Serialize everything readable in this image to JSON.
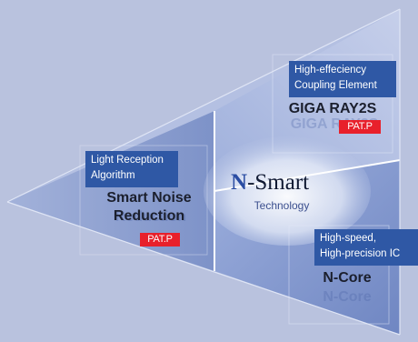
{
  "colors": {
    "background": "#b9c2de",
    "label_box": "#2f58a5",
    "patent_badge": "#e8202b",
    "brand_accent": "#2b4da3"
  },
  "segments": [
    {
      "description_line1": "Light Reception",
      "description_line2": "Algorithm",
      "title_line1": "Smart Noise",
      "title_line2": "Reduction",
      "badge": "PAT.P"
    },
    {
      "description_line1": "High-effeciency",
      "description_line2": "Coupling Element",
      "title_line1": "GIGA RAY2S",
      "badge": "PAT.P"
    },
    {
      "description_line1": "High-speed,",
      "description_line2": "High-precision IC",
      "title_line1": "N-Core"
    }
  ],
  "center": {
    "brand_initial": "N",
    "brand_rest": "-Smart",
    "subtitle": "Technology"
  }
}
